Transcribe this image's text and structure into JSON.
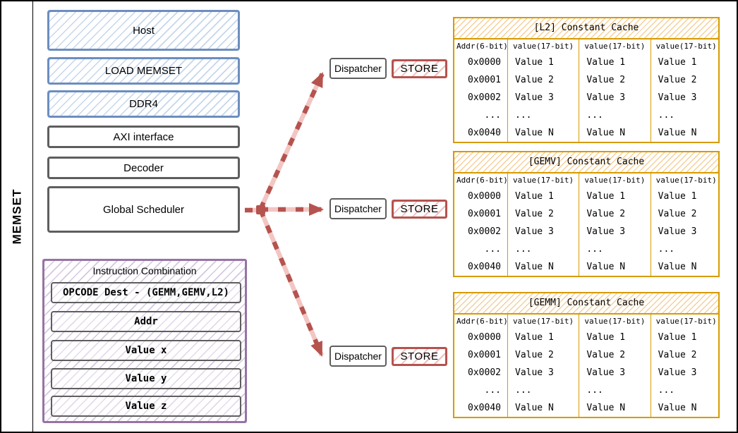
{
  "sidebar": {
    "label": "MEMSET"
  },
  "stack": {
    "host": "Host",
    "load_memset": "LOAD MEMSET",
    "ddr4": "DDR4",
    "axi": "AXI interface",
    "decoder": "Decoder",
    "scheduler": "Global Scheduler"
  },
  "instruction_combination": {
    "title": "Instruction Combination",
    "fields": [
      "OPCODE Dest - (GEMM,GEMV,L2)",
      "Addr",
      "Value x",
      "Value y",
      "Value z"
    ]
  },
  "dispatch": {
    "dispatcher_label": "Dispatcher",
    "store_label": "STORE"
  },
  "caches": [
    {
      "title": "[L2] Constant Cache",
      "columns": [
        "Addr(6-bit)",
        "value(17-bit)",
        "value(17-bit)",
        "value(17-bit)"
      ],
      "rows": [
        [
          "0x0000",
          "Value 1",
          "Value 1",
          "Value 1"
        ],
        [
          "0x0001",
          "Value 2",
          "Value 2",
          "Value 2"
        ],
        [
          "0x0002",
          "Value 3",
          "Value 3",
          "Value 3"
        ],
        [
          "...",
          "...",
          "...",
          "..."
        ],
        [
          "0x0040",
          "Value N",
          "Value N",
          "Value N"
        ]
      ]
    },
    {
      "title": "[GEMV] Constant Cache",
      "columns": [
        "Addr(6-bit)",
        "value(17-bit)",
        "value(17-bit)",
        "value(17-bit)"
      ],
      "rows": [
        [
          "0x0000",
          "Value 1",
          "Value 1",
          "Value 1"
        ],
        [
          "0x0001",
          "Value 2",
          "Value 2",
          "Value 2"
        ],
        [
          "0x0002",
          "Value 3",
          "Value 3",
          "Value 3"
        ],
        [
          "...",
          "...",
          "...",
          "..."
        ],
        [
          "0x0040",
          "Value N",
          "Value N",
          "Value N"
        ]
      ]
    },
    {
      "title": "[GEMM] Constant Cache",
      "columns": [
        "Addr(6-bit)",
        "value(17-bit)",
        "value(17-bit)",
        "value(17-bit)"
      ],
      "rows": [
        [
          "0x0000",
          "Value 1",
          "Value 1",
          "Value 1"
        ],
        [
          "0x0001",
          "Value 2",
          "Value 2",
          "Value 2"
        ],
        [
          "0x0002",
          "Value 3",
          "Value 3",
          "Value 3"
        ],
        [
          "...",
          "...",
          "...",
          "..."
        ],
        [
          "0x0040",
          "Value N",
          "Value N",
          "Value N"
        ]
      ]
    }
  ],
  "colors": {
    "blue": "#6c8ebf",
    "gray": "#5e5e5e",
    "purple": "#9673a6",
    "red": "#b5534f",
    "pink": "#f2c6c3",
    "orange": "#d79b00"
  }
}
